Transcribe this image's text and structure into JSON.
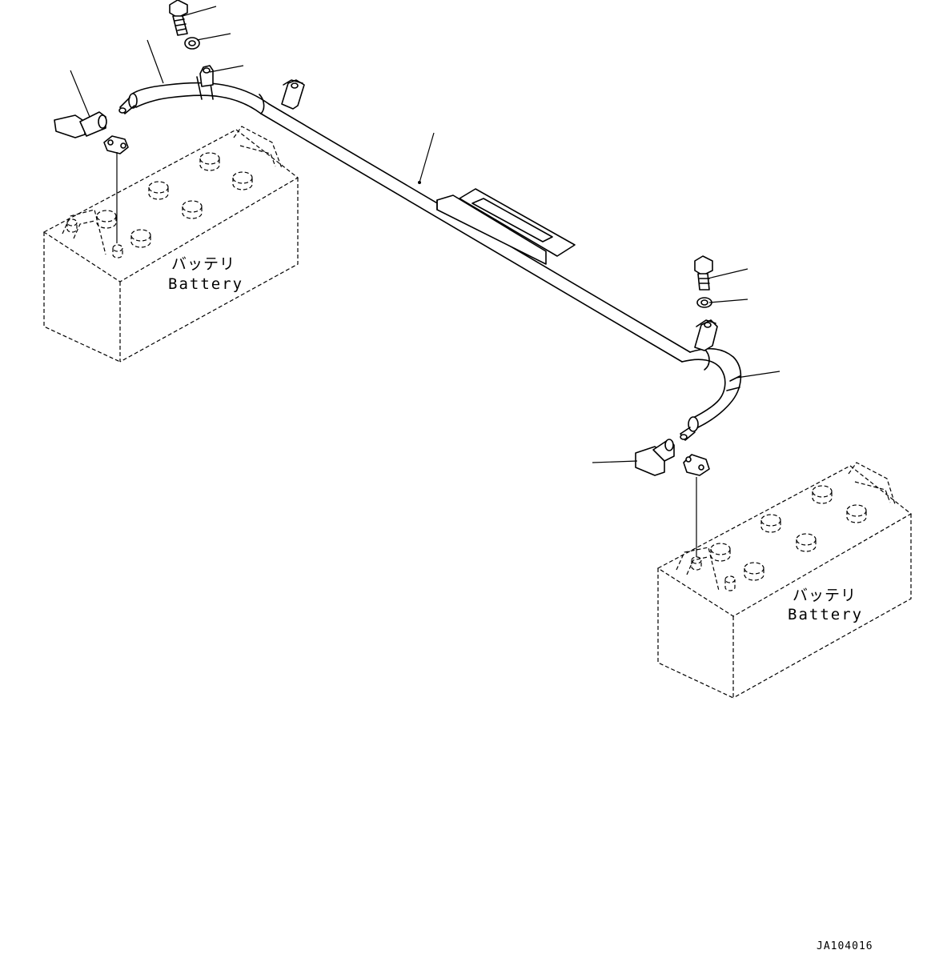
{
  "batteries": [
    {
      "label_jp": "バッテリ",
      "label_en": "Battery"
    },
    {
      "label_jp": "バッテリ",
      "label_en": "Battery"
    }
  ],
  "drawing_id": "JA104016",
  "colors": {
    "line": "#000000",
    "background": "#ffffff"
  }
}
